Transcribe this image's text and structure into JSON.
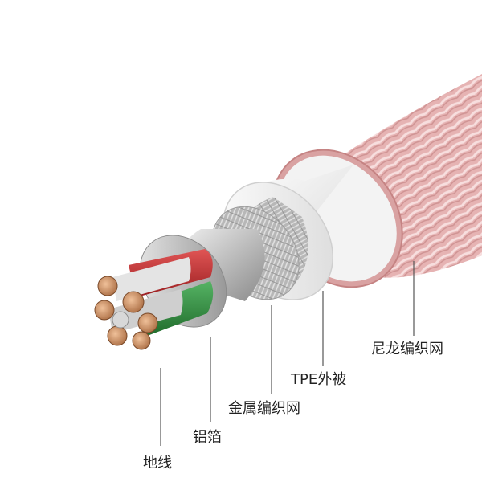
{
  "labels": {
    "nylon_braid": "尼龙编织网",
    "tpe_jacket": "TPE外被",
    "metal_braid": "金属编织网",
    "aluminum_foil": "铝箔",
    "ground_wire": "地线"
  },
  "colors": {
    "nylon_braid": "#e7b4b4",
    "nylon_braid_edge": "#c98686",
    "tpe_jacket": "#f2f2f2",
    "metal_braid": "#b9b9b9",
    "aluminum_foil": "#c8c8c8",
    "wire_red": "#c0282b",
    "wire_green": "#2f8a3a",
    "wire_white": "#e6e6e6",
    "copper": "#c98d62",
    "callout_line": "#555555"
  },
  "icons": {
    "callout_line": "thin-vertical-leader-line"
  }
}
